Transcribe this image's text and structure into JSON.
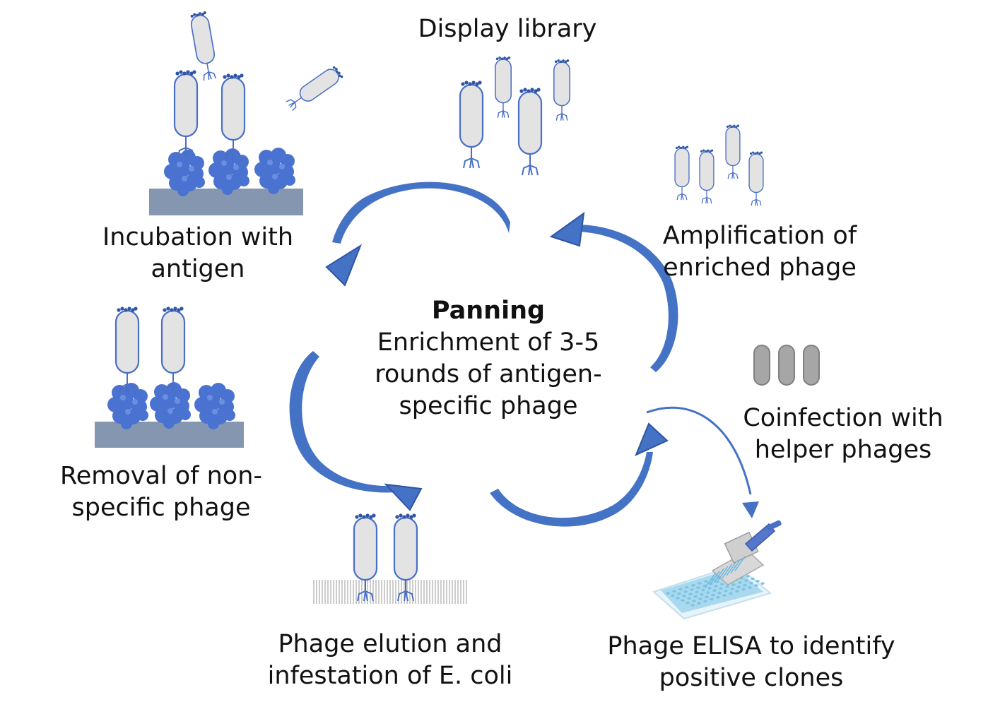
{
  "center": {
    "title": "Panning",
    "lines": [
      "Enrichment of 3-5",
      "rounds of antigen-",
      "specific phage"
    ]
  },
  "steps": {
    "display_library": [
      "Display library"
    ],
    "incubation": [
      "Incubation with",
      "antigen"
    ],
    "removal": [
      "Removal of non-",
      "specific phage"
    ],
    "elution": [
      "Phage elution and",
      "infestation of E. coli"
    ],
    "amplification": [
      "Amplification of",
      "enriched phage"
    ],
    "coinfection": [
      "Coinfection with",
      "helper phages"
    ],
    "elisa": [
      "Phage ELISA to identify",
      "positive clones"
    ]
  },
  "colors": {
    "arrow": "#4472c4",
    "arrow_dark": "#2f55a4",
    "phage_body": "#e3e3e3",
    "phage_outline": "#4a6fc7",
    "antigen": "#4a72d0",
    "plate": "#8496b0",
    "helper_phage": "#a6a6a6",
    "elisa_plate": "#9fd3ea"
  },
  "icons": [
    "phage-icon",
    "antigen-cluster-icon",
    "solid-surface-icon",
    "bacterial-lawn-icon",
    "helper-phage-icon",
    "elisa-pipette-icon",
    "cycle-arrow-icon"
  ]
}
